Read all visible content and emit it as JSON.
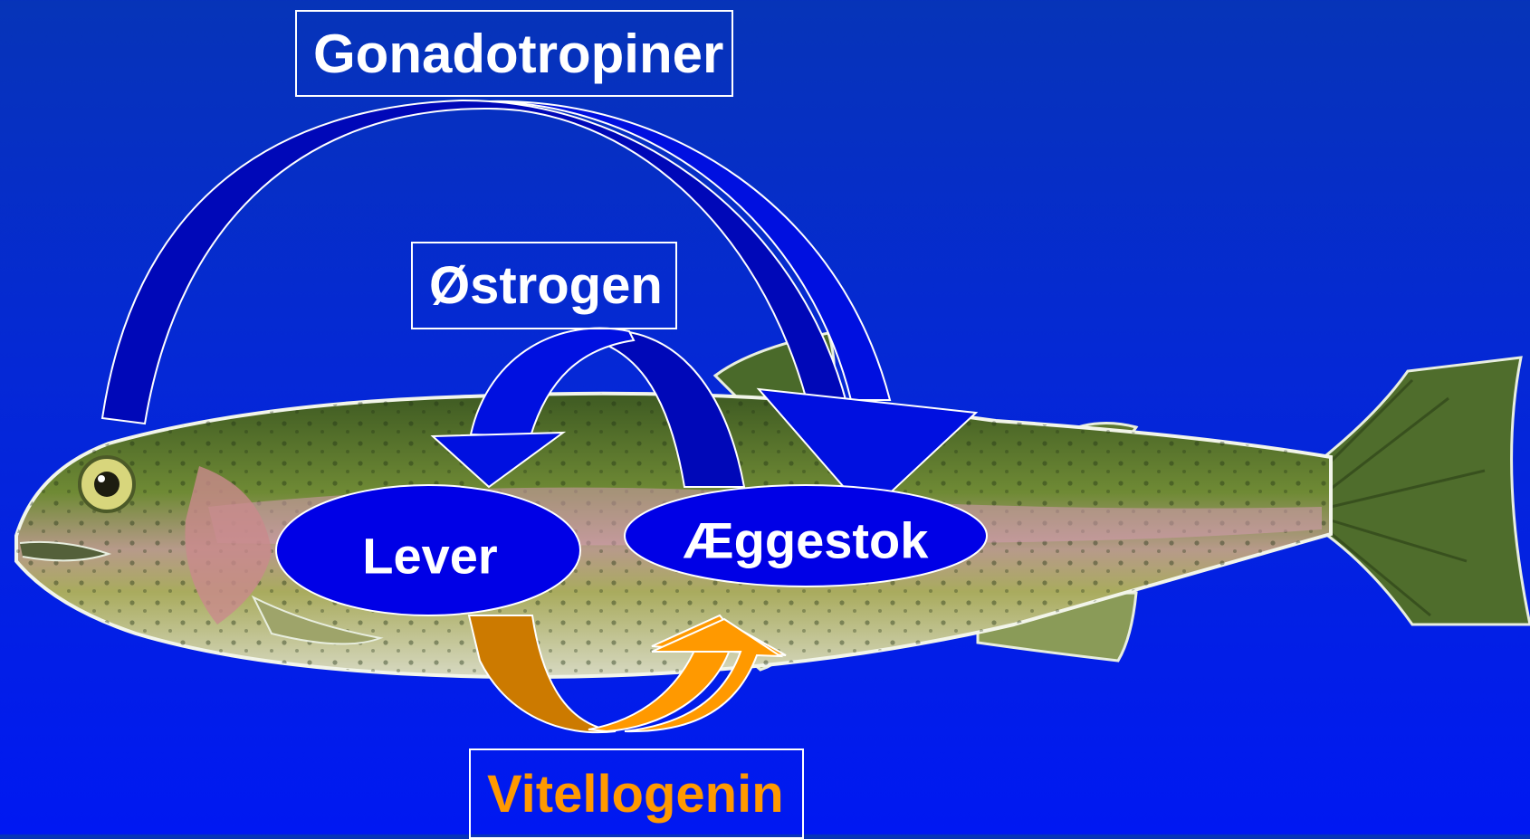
{
  "labels": {
    "gonadotropiner": "Gonadotropiner",
    "ostrogen": "Østrogen",
    "vitellogenin": "Vitellogenin"
  },
  "nodes": {
    "lever": "Lever",
    "aeggestok": "Æggestok"
  },
  "colors": {
    "background": "#0528d6",
    "node_fill": "#0000e6",
    "arrow_blue": "#0010e0",
    "arrow_dark_blue": "#0008b8",
    "arrow_orange": "#ff9900",
    "arrow_dark_orange": "#cc7a00",
    "vitellogenin_text": "#ff9900",
    "text": "#ffffff"
  }
}
